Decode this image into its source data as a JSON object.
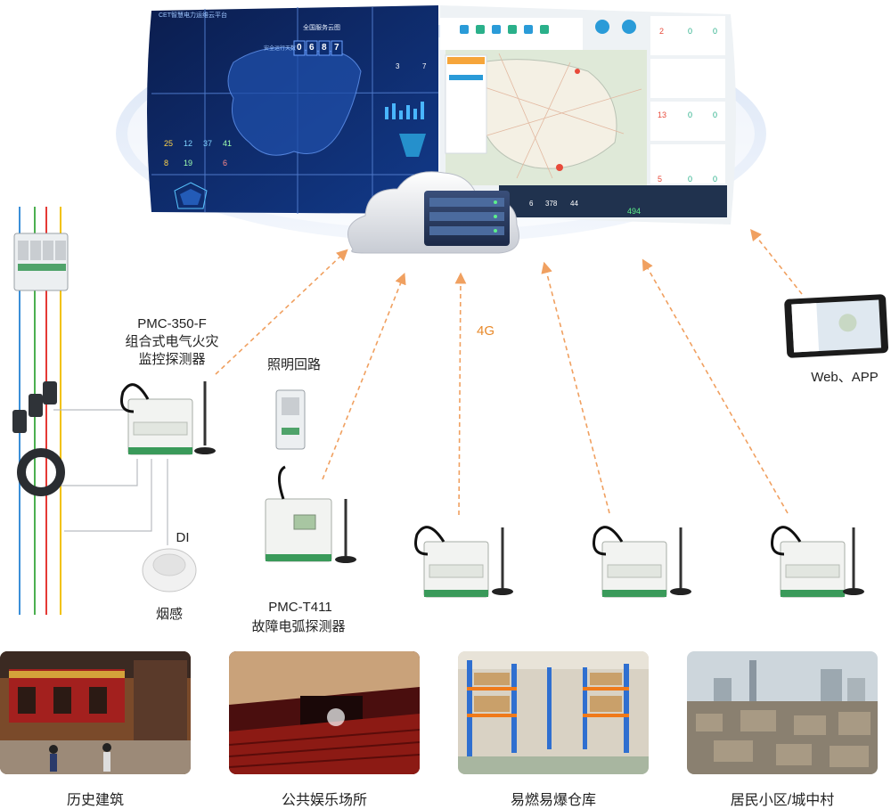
{
  "dashboard": {
    "platform_title": "CET智慧电力运维云平台",
    "map_title": "全国服务云图",
    "counter_label": "安全运行天数",
    "counter_digits": [
      "0",
      "6",
      "8",
      "7"
    ],
    "stats": [
      "25",
      "12",
      "37",
      "41",
      "8",
      "19",
      "6"
    ],
    "gauges": [
      "3",
      "7"
    ],
    "right_stats": [
      "13",
      "0",
      "0",
      "5",
      "0",
      "0",
      "2",
      "0",
      "0"
    ],
    "bottom_stats": [
      "6",
      "378",
      "44",
      "494"
    ]
  },
  "labels": {
    "pmc350_model": "PMC-350-F",
    "pmc350_line1": "组合式电气火灾",
    "pmc350_line2": "监控探测器",
    "lighting": "照明回路",
    "network": "4G",
    "di": "DI",
    "smoke": "烟感",
    "t411_model": "PMC-T411",
    "t411_name": "故障电弧探测器",
    "web_app": "Web、APP"
  },
  "scenes": [
    {
      "name": "历史建筑"
    },
    {
      "name": "公共娱乐场所"
    },
    {
      "name": "易燃易爆仓库"
    },
    {
      "name": "居民小区/城中村"
    }
  ],
  "colors": {
    "dash_line": "#f0a060",
    "accent_orange": "#e8892a",
    "wire_blue": "#3a8fd8",
    "wire_green": "#4caf50",
    "wire_red": "#e53935",
    "wire_yellow": "#f2c200",
    "device_green": "#3a9a5a",
    "dashboard_dark": "#0a1f5c"
  }
}
